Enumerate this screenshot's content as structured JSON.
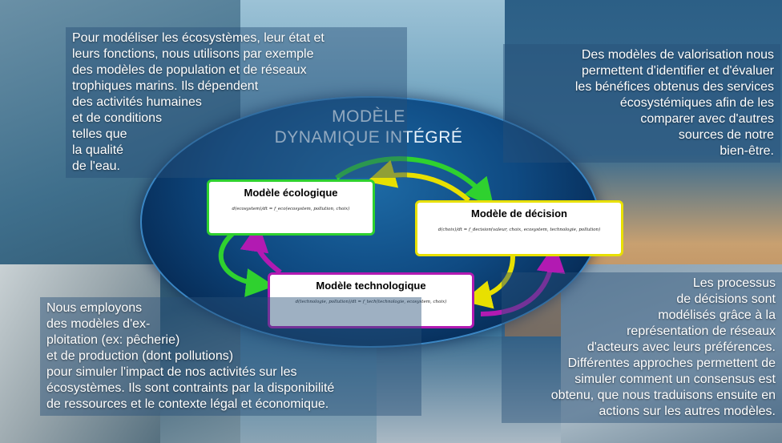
{
  "title": {
    "line1": "MODÈLE",
    "line2": "DYNAMIQUE INTÉGRÉ"
  },
  "text_top_left": [
    "Pour modéliser les écosystèmes, leur état et",
    "leurs fonctions, nous utilisons par exemple",
    "des modèles de population et de réseaux",
    "trophiques marins. Ils dépendent",
    "des activités humaines",
    "et de conditions",
    "telles que",
    "la qualité",
    "de l'eau."
  ],
  "text_top_right": [
    "Des modèles de valorisation nous",
    "permettent d'identifier et d'évaluer",
    "les bénéfices obtenus des services",
    "écosystémiques afin de les",
    "comparer avec d'autres",
    "sources de notre",
    "bien-être."
  ],
  "text_bottom_left": [
    "Nous employons",
    "des modèles d'ex-",
    "ploitation (ex: pêcherie)",
    "et de production (dont pollutions)",
    "pour simuler l'impact de nos activités sur les",
    "écosystèmes. Ils sont contraints par la disponibilité",
    "de ressources et le contexte légal et économique."
  ],
  "text_bottom_right": [
    "Les processus",
    "de décisions sont",
    "modélisés grâce à la",
    "représentation de réseaux",
    "d'acteurs avec leurs préférences.",
    "Différentes approches permettent de",
    "simuler comment un consensus est",
    "obtenu, que nous traduisons ensuite en",
    "actions sur les autres modèles."
  ],
  "models": {
    "ecological": {
      "title": "Modèle écologique",
      "equation": "d(ecosystem)/dt = f_eco(ecosystem, pollution, choix)"
    },
    "decision": {
      "title": "Modèle de décision",
      "equation": "d(choix)/dt = f_decision(valeur, choix, ecosystem, technologie, pollution)"
    },
    "technological": {
      "title": "Modèle technologique",
      "equation": "d(technologie, pollution)/dt = f_tech(technologie, ecosystem, choix)"
    }
  },
  "colors": {
    "ecological": "#2fd12f",
    "decision": "#e8e000",
    "technological": "#b21ab2"
  }
}
